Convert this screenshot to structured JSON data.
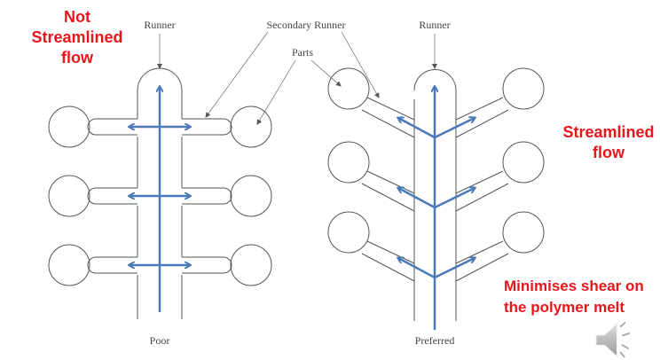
{
  "labels": {
    "runner_left": "Runner",
    "secondary_runner": "Secondary Runner",
    "parts": "Parts",
    "runner_right": "Runner",
    "poor": "Poor",
    "preferred": "Preferred"
  },
  "annotations": {
    "not_streamlined_1": "Not",
    "not_streamlined_2": "Streamlined",
    "not_streamlined_3": "flow",
    "streamlined_1": "Streamlined",
    "streamlined_2": "flow",
    "minimises_1": "Minimises shear on",
    "minimises_2": "the polymer melt"
  },
  "colors": {
    "annotation": "#e8161b",
    "flow_arrow": "#4a7ab8",
    "outline": "#555555"
  },
  "icons": {
    "audio": "speaker-icon"
  }
}
